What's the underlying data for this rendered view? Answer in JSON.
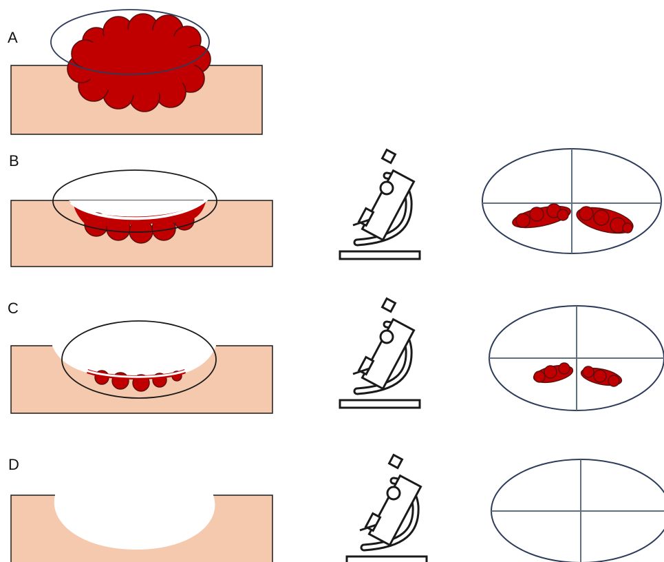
{
  "panels": [
    {
      "label": "A",
      "stage": "tumor",
      "has_microscope": false,
      "tumor_in_view": "none"
    },
    {
      "label": "B",
      "stage": "first-excision",
      "has_microscope": true,
      "tumor_in_view": "two-margins"
    },
    {
      "label": "C",
      "stage": "second-excision",
      "has_microscope": true,
      "tumor_in_view": "two-margins-small"
    },
    {
      "label": "D",
      "stage": "clear-margins",
      "has_microscope": true,
      "tumor_in_view": "none"
    }
  ],
  "colors": {
    "skin": "#f5c9ad",
    "tumor": "#c00000",
    "tumor_edge": "#5a0f0f",
    "outline": "#1a1a1a",
    "ellipse_blue": "#2d3b5a",
    "crosshair": "#5f6f7f",
    "background": "#ffffff"
  },
  "icons": [
    "microscope-icon",
    "microscope-field-of-view"
  ]
}
